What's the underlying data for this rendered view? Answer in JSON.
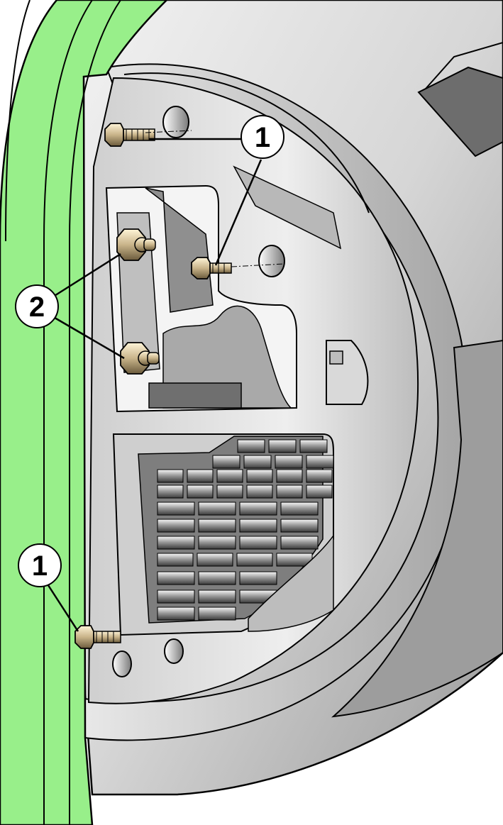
{
  "callouts": {
    "bolt_top": "1",
    "nuts": "2",
    "bolt_bottom": "1"
  },
  "colors": {
    "body_panel": "#98ef8a",
    "housing_light": "#e6e6e6",
    "housing_mid": "#c9c9c9",
    "housing_dark": "#8d8d8d",
    "outline": "#000000"
  },
  "icons": [
    "hex-bolt-icon",
    "hex-nut-icon",
    "guide-pin-icon"
  ]
}
